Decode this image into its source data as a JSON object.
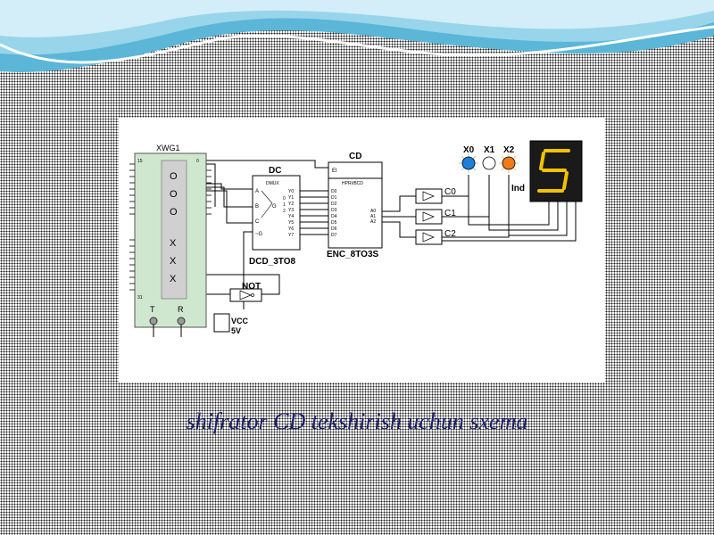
{
  "caption": "shifrator CD tekshirish uchun sxema",
  "generator": {
    "label": "XWG1",
    "col1": [
      "O",
      "O",
      "O",
      "X",
      "X",
      "X"
    ],
    "pin_left_top": "15",
    "pin_right_top": "0",
    "pin_left_bottom": "31",
    "trigger": "T",
    "ready": "R"
  },
  "decoder": {
    "title": "DC",
    "tag": "DMUX",
    "inputs": [
      "A",
      "B",
      "C",
      "~G"
    ],
    "nums": [
      "0",
      "1",
      "2"
    ],
    "g": "G",
    "outputs": [
      "Y0",
      "Y1",
      "Y2",
      "Y3",
      "Y4",
      "Y5",
      "Y6",
      "Y7"
    ],
    "name": "DCD_3TO8"
  },
  "encoder": {
    "title": "CD",
    "ei": "EI",
    "tag": "HPRI/BCD",
    "inputs": [
      "D0",
      "D1",
      "D2",
      "D3",
      "D4",
      "D5",
      "D6",
      "D7"
    ],
    "outputs": [
      "A0",
      "A1",
      "A2"
    ],
    "name": "ENC_8TO3S"
  },
  "buffers": [
    "C0",
    "C1",
    "C2"
  ],
  "not_gate": "NOT",
  "vcc": {
    "label": "VCC",
    "value": "5V"
  },
  "probes": [
    {
      "label": "X0",
      "color": "#1e7fd8"
    },
    {
      "label": "X1",
      "color": "#ffffff"
    },
    {
      "label": "X2",
      "color": "#f07a1a"
    }
  ],
  "display": {
    "label": "Ind",
    "digit": "5",
    "segment_color": "#f2c200"
  },
  "colors": {
    "caption": "#1d1d6b",
    "chip": "#cfe7cf",
    "wire": "#000000"
  }
}
